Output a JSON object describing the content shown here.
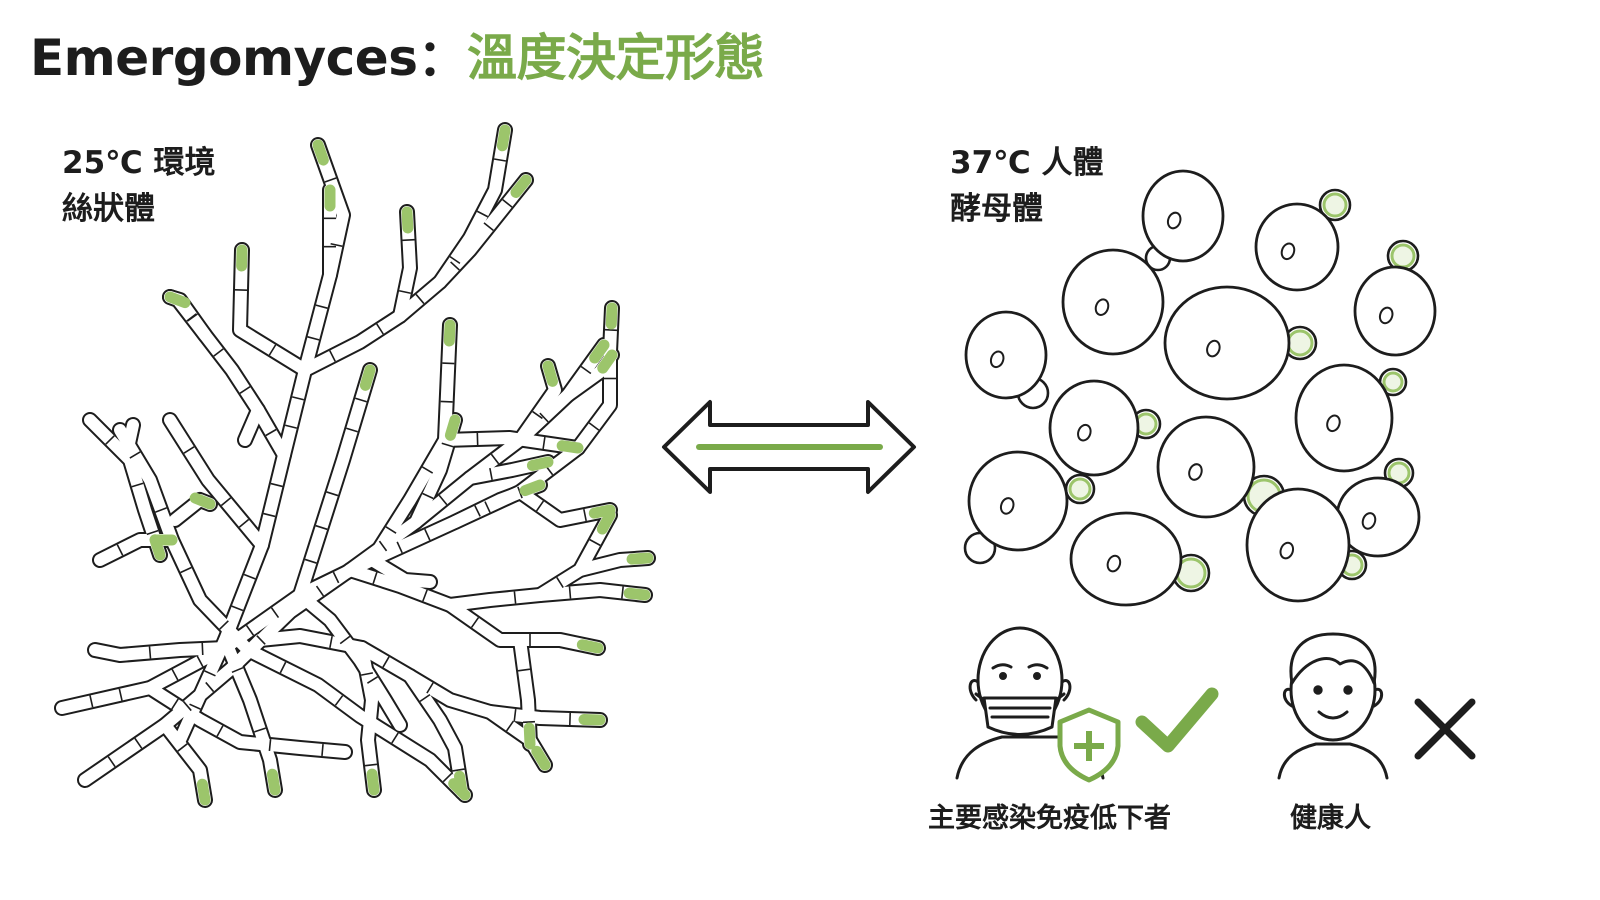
{
  "title": {
    "main": "Emergomyces",
    "separator": "：",
    "accent": "溫度決定形態"
  },
  "left": {
    "line1": "25℃ 環境",
    "line2": "絲狀體"
  },
  "right": {
    "line1": "37℃ 人體",
    "line2": "酵母體"
  },
  "captions": {
    "immunocompromised": "主要感染免疫低下者",
    "healthy": "健康人"
  },
  "colors": {
    "accent": "#7aaa4a",
    "ink": "#1d1d1d",
    "tip": "#9cc56b"
  },
  "icons": {
    "hyphae": "branching-hyphae-illustration",
    "arrow": "bidirectional-arrow-icon",
    "yeast": "yeast-cells-illustration",
    "masked_person": "masked-person-icon",
    "shield": "shield-plus-icon",
    "check": "check-icon",
    "healthy_person": "healthy-person-icon",
    "cross": "cross-icon"
  }
}
